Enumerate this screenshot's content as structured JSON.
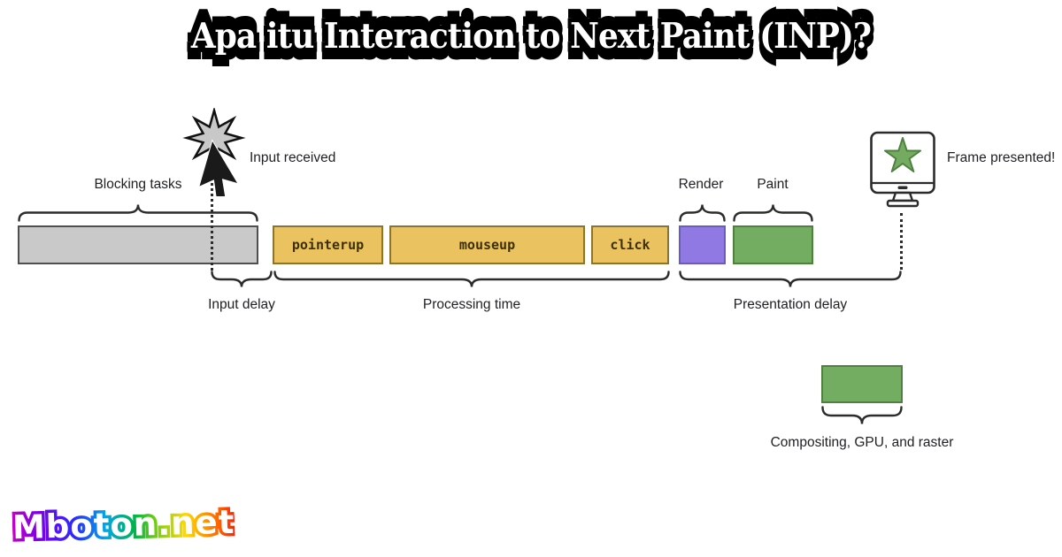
{
  "title": "Apa itu Interaction to Next Paint (INP)?",
  "site_logo": "Mboton.net",
  "diagram": {
    "blocking_tasks_label": "Blocking tasks",
    "input_received_label": "Input received",
    "input_delay_label": "Input delay",
    "processing_time_label": "Processing time",
    "render_label": "Render",
    "paint_label": "Paint",
    "presentation_delay_label": "Presentation delay",
    "frame_presented_label": "Frame presented!",
    "compositing_label": "Compositing, GPU, and raster",
    "events": [
      {
        "label": "pointerup"
      },
      {
        "label": "mouseup"
      },
      {
        "label": "click"
      }
    ],
    "icons": {
      "click_star": "click-burst-icon",
      "cursor": "mouse-cursor-icon",
      "monitor": "monitor-with-star-icon"
    },
    "colors": {
      "blocking_task_fill": "#c9c9c9",
      "blocking_task_border": "#4f4f4f",
      "event_fill": "#eac25f",
      "event_border": "#8a7430",
      "event_text": "#3d2f00",
      "render_fill": "#9079e2",
      "render_border": "#6b5bbf",
      "paint_fill": "#72ad62",
      "paint_border": "#50803f",
      "line_color": "#2c2c2c"
    }
  }
}
